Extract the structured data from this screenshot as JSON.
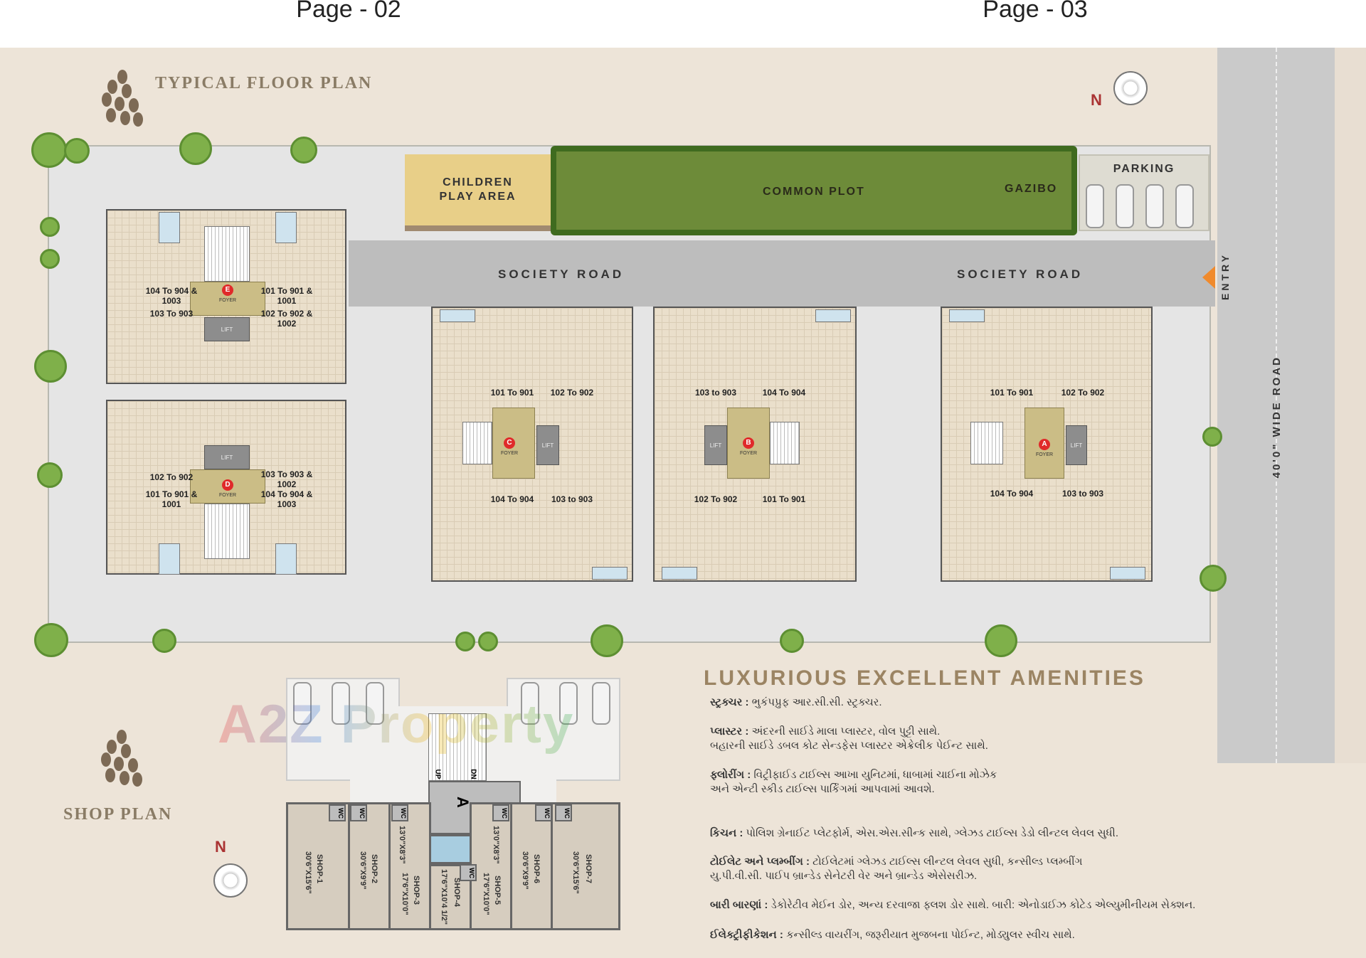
{
  "header": {
    "page_left": "Page - 02",
    "page_right": "Page - 03"
  },
  "site": {
    "title": "TYPICAL FLOOR PLAN",
    "children_play_area": "CHILDREN PLAY AREA",
    "common_plot": "COMMON PLOT",
    "gazibo": "GAZIBO",
    "parking": "PARKING",
    "society_road_1": "SOCIETY ROAD",
    "society_road_2": "SOCIETY ROAD",
    "entry": "ENTRY",
    "wide_road": "40'0\" WIDE ROAD",
    "north": "N",
    "colors": {
      "common_plot": "#6d8b39",
      "play_area": "#e8cf88",
      "road": "#bdbdbd",
      "foyer_marker": "#e02a2a",
      "title": "#9b8463"
    }
  },
  "buildings": {
    "E": {
      "letter": "E",
      "foyer": "FOYER",
      "lift": "LIFT",
      "units": [
        "104 To 904 & 1003",
        "101 To 901 & 1001",
        "103 To 903",
        "102 To 902 & 1002"
      ]
    },
    "D": {
      "letter": "D",
      "foyer": "FOYER",
      "lift": "LIFT",
      "units": [
        "102 To 902",
        "103 To 903 & 1002",
        "101 To 901 & 1001",
        "104 To 904 & 1003"
      ]
    },
    "C": {
      "letter": "C",
      "foyer": "FOYER",
      "lift": "LIFT",
      "units": [
        "101 To 901",
        "102 To 902",
        "104 To 904",
        "103 to 903"
      ]
    },
    "B": {
      "letter": "B",
      "foyer": "FOYER",
      "lift": "LIFT",
      "units": [
        "103 to 903",
        "104 To 904",
        "102 To 902",
        "101 To 901"
      ]
    },
    "A": {
      "letter": "A",
      "foyer": "FOYER",
      "lift": "LIFT",
      "units": [
        "101 To 901",
        "102 To 902",
        "104 To 904",
        "103 to 903"
      ]
    }
  },
  "amenities": {
    "title": "LUXURIOUS EXCELLENT AMENITIES",
    "items": [
      {
        "label": "સ્ટ્રક્ચર :",
        "text": "ભુકંપપ્રુફ આર.સી.સી. સ્ટ્રક્ચર."
      },
      {
        "label": "પ્લાસ્ટર :",
        "text": "અંદરની સાઈડે માલા પ્લાસ્ટર, વોલ પુટ્ટી સાથે.",
        "text2": "બહારની સાઈડે ડબલ કોટ સેન્ડફેસ પ્લાસ્ટર એક્રેલીક પેઈન્ટ સાથે."
      },
      {
        "label": "ફ્લોરીંગ :",
        "text": "વિટ્રીફાઈડ ટાઈલ્સ આખા યુનિટમાં, ધાબામાં ચાઈના મોઝેક",
        "text2": "અને એન્ટી સ્કીડ ટાઈલ્સ પાર્કિંગમાં આપવામાં આવશે."
      },
      {
        "label": "કિચન :",
        "text": "પોલિશ ગ્રેનાઈટ પ્લેટફોર્મ, એસ.એસ.સીન્ક સાથે,  ગ્લેઝડ ટાઈલ્સ ડેડો લીન્ટલ લેવલ સુધી."
      },
      {
        "label": "ટોઈલેટ અને પ્લમ્બીંગ :",
        "text": "ટોઈલેટમાં ગ્લેઝડ ટાઈલ્સ લીન્ટલ લેવલ સુધી, કન્સીલ્ડ પ્લમ્બીંગ",
        "text2": "યુ.પી.વી.સી. પાઈપ બ્રાન્ડેડ સેનેટરી વેર અને બ્રાન્ડેડ એસેસરીઝ."
      },
      {
        "label": "બારી બારણાં :",
        "text": "ડેકોરેટીવ મેઈન ડોર, અન્ય દરવાજા ફ્લશ ડોર સાથે. બારી: એનોડાઈઝ કોટેડ એલ્યુમીનીયમ સેક્શન."
      },
      {
        "label": "ઈલેક્ટ્રીફીકેશન :",
        "text": "કન્સીલ્ડ વાયરીંગ, જરૂરીયાત મુજબના પોઈન્ટ, મોડ્યુલર સ્વીચ સાથે."
      }
    ]
  },
  "shop_plan": {
    "title": "SHOP PLAN",
    "north": "N",
    "core": "A",
    "up": "UP",
    "dn": "DN",
    "wc": "WC",
    "side_dims": [
      "13'0\"X8'3\"",
      "13'0\"X8'3\""
    ],
    "shops": [
      {
        "name": "SHOP-1",
        "size": "30'6\"X15'6\""
      },
      {
        "name": "SHOP-2",
        "size": "30'6\"X9'9\""
      },
      {
        "name": "SHOP-3",
        "size": "17'6\"X10'0\""
      },
      {
        "name": "SHOP-4",
        "size": "17'6\"X10'4 1/2\""
      },
      {
        "name": "SHOP-5",
        "size": "17'6\"X10'0\""
      },
      {
        "name": "SHOP-6",
        "size": "30'6\"X9'9\""
      },
      {
        "name": "SHOP-7",
        "size": "30'6\"X15'6\""
      }
    ]
  },
  "watermark": "A2Z Property"
}
